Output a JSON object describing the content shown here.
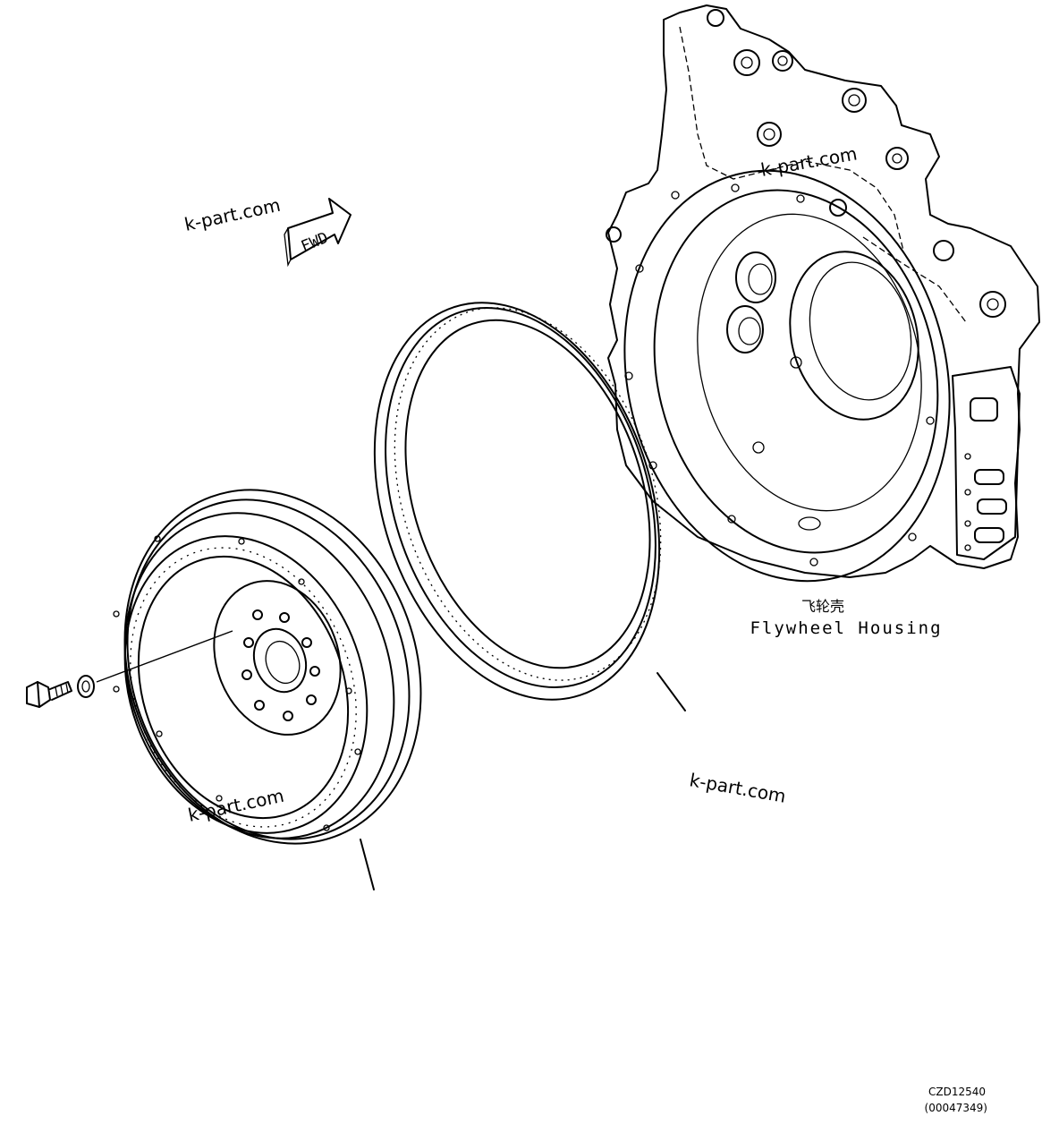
{
  "labels": {
    "housing_cn": "飞轮壳",
    "housing_en": "Flywheel Housing",
    "fwd_arrow": "FWD"
  },
  "watermarks": [
    "k-part.com",
    "k-part.com",
    "k-part.com",
    "k-part.com"
  ],
  "figure_code": "CZD12540",
  "figure_ref": "(00047349)"
}
